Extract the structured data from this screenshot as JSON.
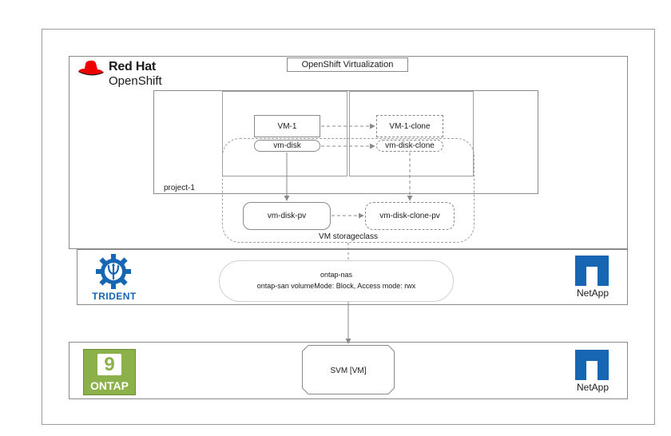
{
  "redhat": {
    "line1": "Red Hat",
    "line2": "OpenShift"
  },
  "openshift_virtualization": "OpenShift Virtualization",
  "project": "project-1",
  "vm1": {
    "name": "VM-1",
    "disk": "vm-disk",
    "pv": "vm-disk-pv"
  },
  "vm1_clone": {
    "name": "VM-1-clone",
    "disk": "vm-disk-clone",
    "pv": "vm-disk-clone-pv"
  },
  "storageclass": "VM storageclass",
  "trident": {
    "logo_text": "TRIDENT",
    "backend_line1": "ontap-nas",
    "backend_line2": "ontap-san volumeMode: Block, Access mode: rwx"
  },
  "netapp": "NetApp",
  "ontap": {
    "badge_number": "9",
    "badge_text": "ONTAP"
  },
  "svm": "SVM [VM]",
  "colors": {
    "redhat_red": "#ee0000",
    "trident_blue": "#1766b3",
    "netapp_blue": "#1766b3",
    "ontap_green": "#8cb04a"
  }
}
